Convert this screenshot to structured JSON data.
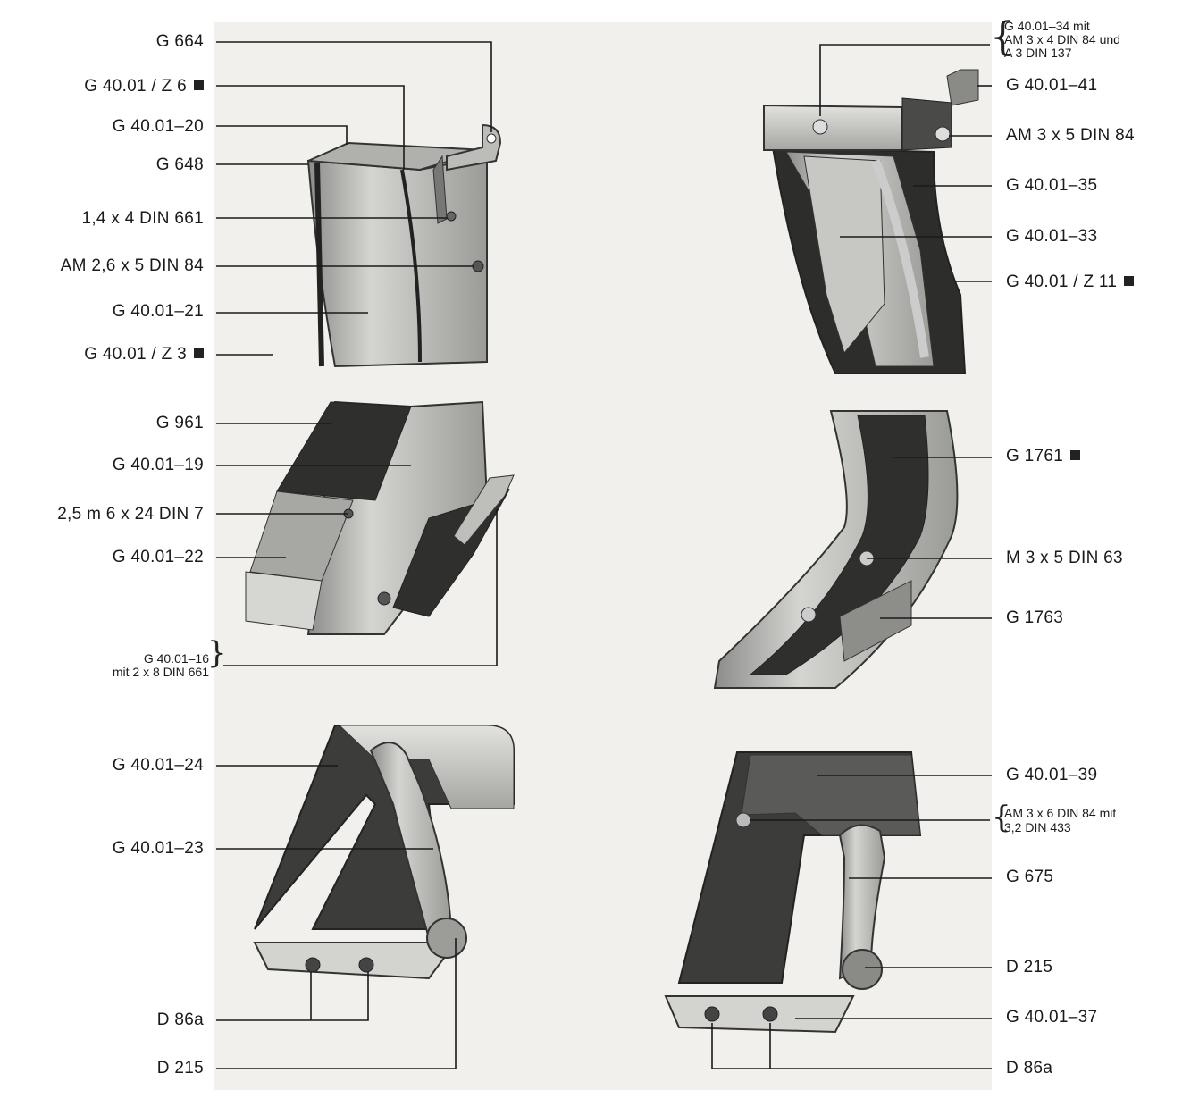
{
  "left_labels": [
    {
      "id": "g664",
      "text": "G 664",
      "square": false
    },
    {
      "id": "z6",
      "text": "G 40.01 / Z 6",
      "square": true
    },
    {
      "id": "g20",
      "text": "G 40.01–20",
      "square": false
    },
    {
      "id": "g648",
      "text": "G 648",
      "square": false
    },
    {
      "id": "din661",
      "text": "1,4 x 4 DIN 661",
      "square": false
    },
    {
      "id": "am26",
      "text": "AM 2,6 x 5 DIN 84",
      "square": false
    },
    {
      "id": "g21",
      "text": "G 40.01–21",
      "square": false
    },
    {
      "id": "z3",
      "text": "G 40.01 / Z 3",
      "square": true
    },
    {
      "id": "g961",
      "text": "G 961",
      "square": false
    },
    {
      "id": "g19",
      "text": "G 40.01–19",
      "square": false
    },
    {
      "id": "din7",
      "text": "2,5 m 6 x 24 DIN 7",
      "square": false
    },
    {
      "id": "g22",
      "text": "G 40.01–22",
      "square": false
    },
    {
      "id": "g24",
      "text": "G 40.01–24",
      "square": false
    },
    {
      "id": "g23",
      "text": "G 40.01–23",
      "square": false
    },
    {
      "id": "d86a_l",
      "text": "D 86a",
      "square": false
    },
    {
      "id": "d215_l",
      "text": "D 215",
      "square": false
    }
  ],
  "left_group": {
    "line1": "G 40.01–16",
    "line2": "mit 2 x 8 DIN 661"
  },
  "right_labels": [
    {
      "id": "g41",
      "text": "G 40.01–41",
      "square": false
    },
    {
      "id": "am35",
      "text": "AM 3 x 5 DIN 84",
      "square": false
    },
    {
      "id": "g35",
      "text": "G 40.01–35",
      "square": false
    },
    {
      "id": "g33",
      "text": "G 40.01–33",
      "square": false
    },
    {
      "id": "z11",
      "text": "G 40.01 / Z 11",
      "square": true
    },
    {
      "id": "g1761",
      "text": "G 1761",
      "square": true
    },
    {
      "id": "m35",
      "text": "M 3 x 5 DIN 63",
      "square": false
    },
    {
      "id": "g1763",
      "text": "G 1763",
      "square": false
    },
    {
      "id": "g39",
      "text": "G 40.01–39",
      "square": false
    },
    {
      "id": "g675",
      "text": "G 675",
      "square": false
    },
    {
      "id": "d215_r",
      "text": "D 215",
      "square": false
    },
    {
      "id": "g37",
      "text": "G 40.01–37",
      "square": false
    },
    {
      "id": "d86a_r",
      "text": "D 86a",
      "square": false
    }
  ],
  "right_group_top": {
    "line1": "G 40.01–34 mit",
    "line2": "AM 3 x 4 DIN 84 und",
    "line3": "A 3 DIN 137"
  },
  "right_group_mid": {
    "line1": "AM 3 x 6 DIN 84 mit",
    "line2": "3,2 DIN 433"
  },
  "colors": {
    "plate": "#f1f0ec",
    "metal": "#c9cac6",
    "metal_dark": "#5d5e5c",
    "line": "#1a1a1a"
  }
}
